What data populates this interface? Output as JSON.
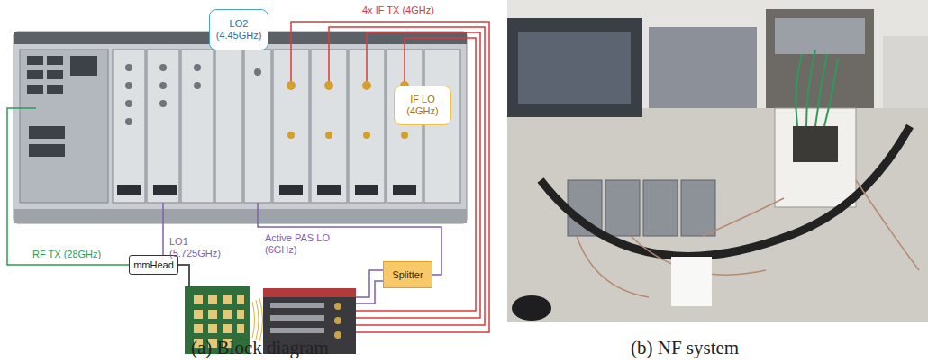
{
  "diagram": {
    "nodes": [
      {
        "text": [
          "LO2 (4.45GHz)"
        ]
      },
      {
        "text": [
          "IF LO (4GHz)"
        ]
      },
      {
        "text": [
          "mmHead"
        ]
      },
      {
        "text": [
          "Splitter"
        ]
      }
    ],
    "labels": [
      "4x IF TX (4GHz)",
      "LO1 (5.725GHz)",
      "Active PAS LO (6GHz)",
      "RF TX (28GHz)",
      "(a) Block diagram",
      "(b) NF system"
    ]
  }
}
